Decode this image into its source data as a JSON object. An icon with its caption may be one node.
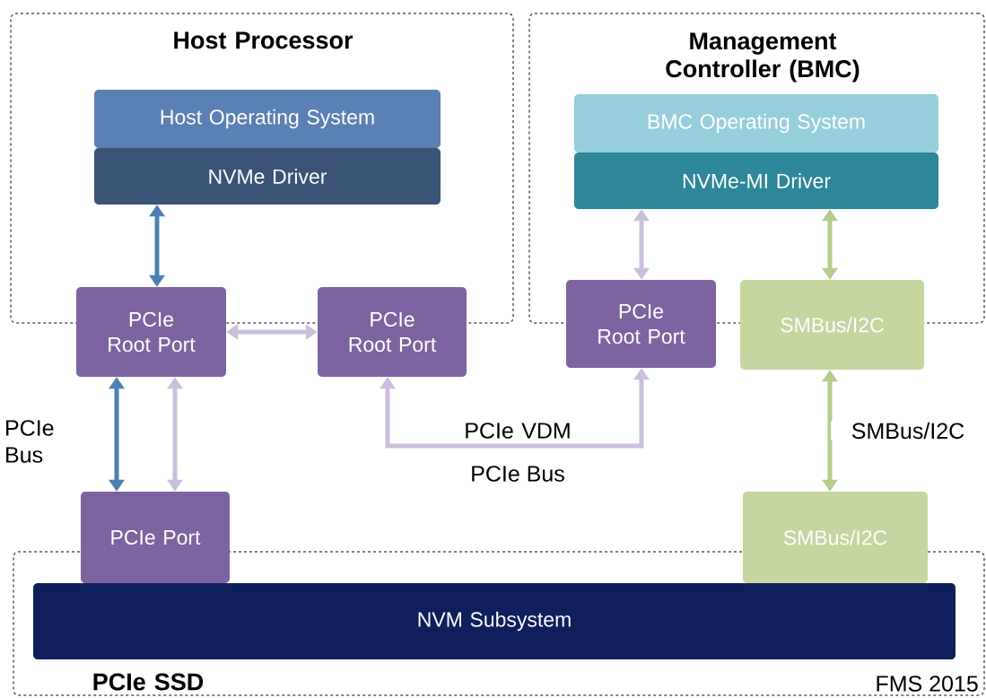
{
  "diagram": {
    "nodes": [
      {
        "text": [
          "Host Processor"
        ]
      },
      {
        "text": [
          "Host Operating System"
        ],
        "in": 0
      },
      {
        "text": [
          "NVMe Driver"
        ],
        "in": 0
      },
      {
        "text": [
          "PCIe Root Port"
        ]
      },
      {
        "text": [
          "PCIe Root Port"
        ]
      },
      {
        "text": [
          "Management Controller (BMC)"
        ]
      },
      {
        "text": [
          "BMC Operating System"
        ],
        "in": 5
      },
      {
        "text": [
          "NVMe-MI Driver"
        ],
        "in": 5
      },
      {
        "text": [
          "PCIe Root Port"
        ]
      },
      {
        "text": [
          "SMBus/I2C"
        ]
      },
      {
        "text": [
          "PCIe SSD"
        ]
      },
      {
        "text": [
          "PCIe Port"
        ]
      },
      {
        "text": [
          "SMBus/I2C"
        ]
      },
      {
        "text": [
          "NVM Subsystem"
        ],
        "in": 10
      }
    ],
    "edges": [
      {
        "from": 2,
        "to": 3,
        "arrow": "both",
        "color": "#4f7fb0"
      },
      {
        "from": 3,
        "to": 4,
        "arrow": "both"
      },
      {
        "from": 7,
        "to": 8,
        "arrow": "both"
      },
      {
        "from": 7,
        "to": 9,
        "arrow": "both",
        "color": "#b5cc8e"
      },
      {
        "from": 3,
        "to": 11,
        "arrow": "both",
        "label": "PCIe Bus",
        "color": "#4f7fb0"
      },
      {
        "from": 3,
        "to": 11,
        "arrow": "both"
      },
      {
        "from": 4,
        "to": 8,
        "arrow": "both",
        "label": "PCIe VDM"
      },
      {
        "from": 9,
        "to": 12,
        "arrow": "both",
        "label": "SMBus/I2C",
        "color": "#b5cc8e"
      }
    ],
    "labels": [
      "PCIe Bus",
      "FMS 2015"
    ]
  }
}
